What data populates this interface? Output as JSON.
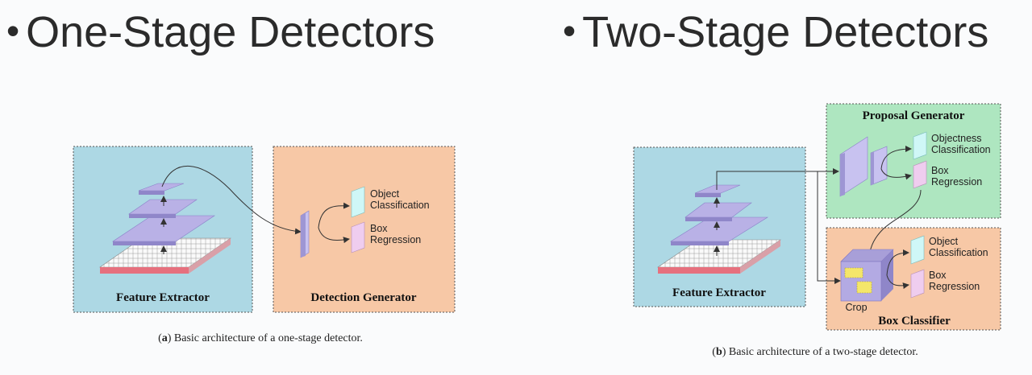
{
  "headings": {
    "one_stage": "One-Stage Detectors",
    "two_stage": "Two-Stage Detectors",
    "bullet": "•"
  },
  "diagram_a": {
    "feature_extractor_label": "Feature Extractor",
    "detection_generator_label": "Detection Generator",
    "object_classification": [
      "Object",
      "Classification"
    ],
    "box_regression": [
      "Box",
      "Regression"
    ],
    "caption_letter": "a",
    "caption_text": " Basic architecture of a one-stage detector."
  },
  "diagram_b": {
    "feature_extractor_label": "Feature Extractor",
    "proposal_generator_label": "Proposal Generator",
    "objectness_classification": [
      "Objectness",
      "Classification"
    ],
    "box_regression_top": [
      "Box",
      "Regression"
    ],
    "object_classification": [
      "Object",
      "Classification"
    ],
    "box_regression_bottom": [
      "Box",
      "Regression"
    ],
    "crop_label": "Crop",
    "box_classifier_label": "Box Classifier",
    "caption_letter": "b",
    "caption_text": " Basic architecture of a two-stage detector."
  },
  "colors": {
    "feature_panel": "#add8e4",
    "generator_panel": "#f7c8a6",
    "proposal_panel": "#aee6c0",
    "pyramid": "#a89fd8",
    "pyramid_top": "#b9b1e6",
    "image_base": "#e6707e",
    "cyan_map": "#cff7f7",
    "pink_map": "#efcdef"
  }
}
